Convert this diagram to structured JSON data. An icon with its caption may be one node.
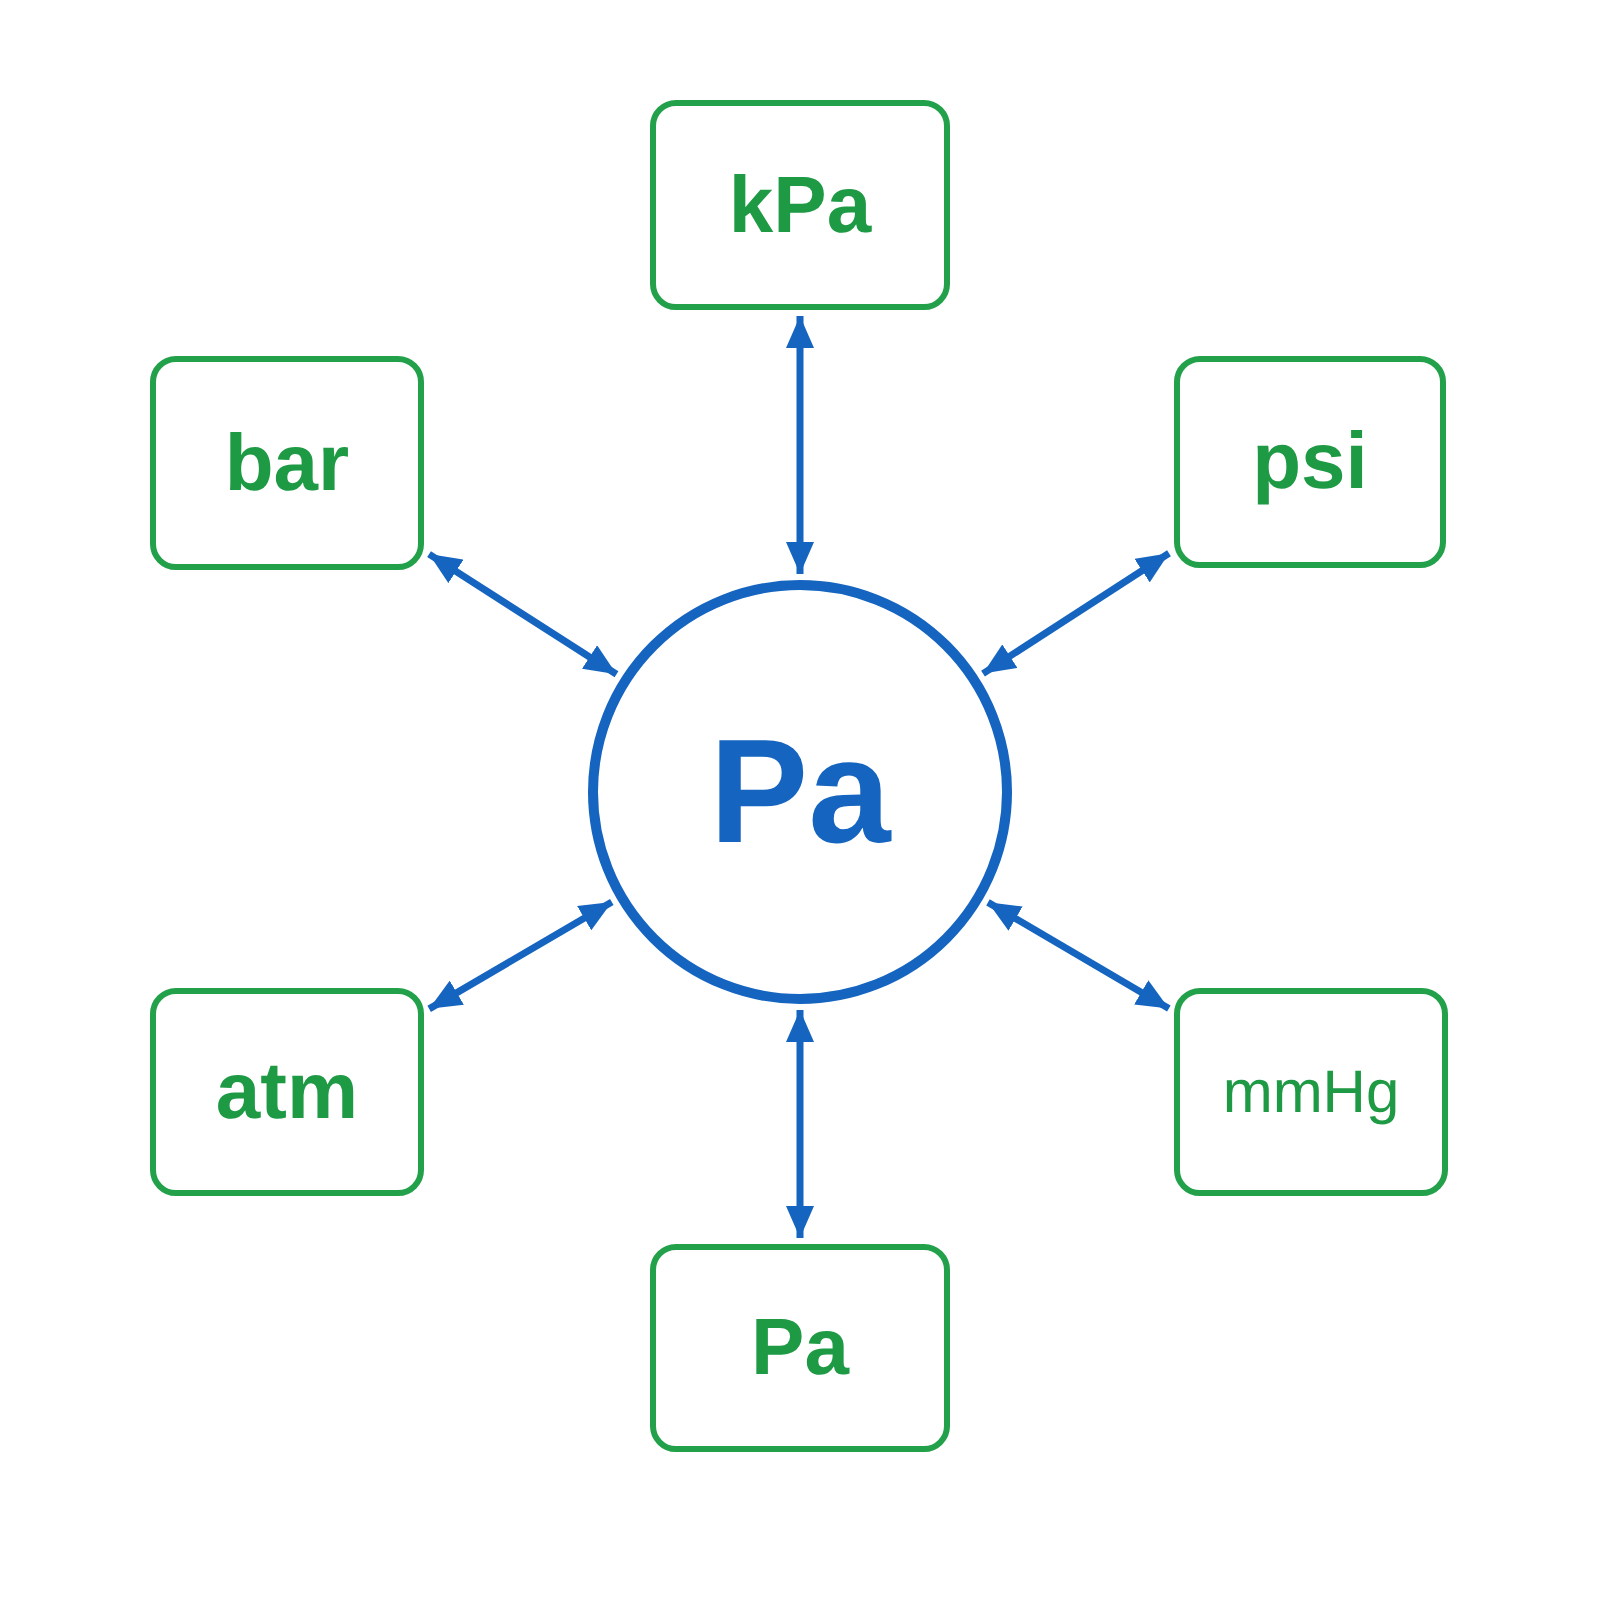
{
  "diagram": {
    "nodes": [
      {
        "text": [
          "kPa"
        ]
      },
      {
        "text": [
          "bar"
        ]
      },
      {
        "text": [
          "psi"
        ]
      },
      {
        "text": [
          "Pa"
        ]
      },
      {
        "text": [
          "atm"
        ]
      },
      {
        "text": [
          "mmHg"
        ]
      },
      {
        "text": [
          "Pa"
        ]
      }
    ],
    "edges": [
      {
        "from": 3,
        "to": 0,
        "arrow": "both"
      },
      {
        "from": 3,
        "to": 1,
        "arrow": "both"
      },
      {
        "from": 3,
        "to": 2,
        "arrow": "both"
      },
      {
        "from": 3,
        "to": 4,
        "arrow": "both"
      },
      {
        "from": 3,
        "to": 5,
        "arrow": "both"
      },
      {
        "from": 3,
        "to": 6,
        "arrow": "both"
      }
    ]
  }
}
